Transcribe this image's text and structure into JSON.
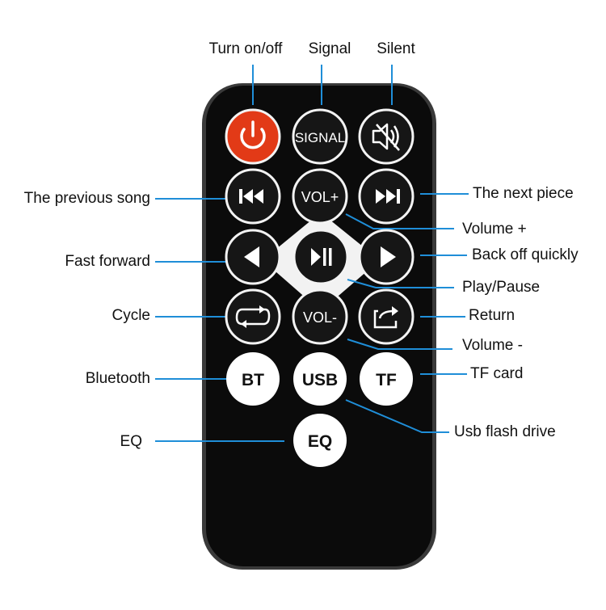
{
  "labels": {
    "power": "Turn on/off",
    "signal": "Signal",
    "silent": "Silent",
    "previous": "The previous song",
    "next": "The next piece",
    "vol_up": "Volume +",
    "fast_forward": "Fast forward",
    "back_off": "Back off quickly",
    "play_pause": "Play/Pause",
    "cycle": "Cycle",
    "return": "Return",
    "vol_down": "Volume -",
    "bluetooth": "Bluetooth",
    "tf_card": "TF card",
    "eq": "EQ",
    "usb_drive": "Usb flash drive"
  },
  "buttons": {
    "signal": "SIGNAL",
    "vol_up": "VOL+",
    "vol_down": "VOL-",
    "bt": "BT",
    "usb": "USB",
    "tf": "TF",
    "eq": "EQ"
  },
  "colors": {
    "remote_body": "#0b0b0b",
    "power_button": "#e23a17",
    "leader_line": "#1f8ed8",
    "dark_button": "#161616",
    "light_button": "#ffffff"
  }
}
